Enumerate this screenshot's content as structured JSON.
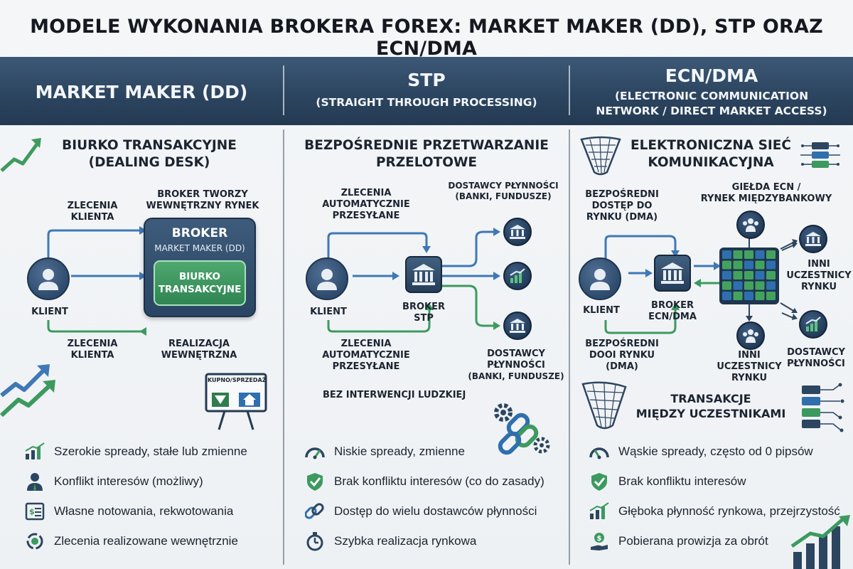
{
  "title": "MODELE WYKONANIA BROKERA FOREX: MARKET MAKER (DD), STP ORAZ ECN/DMA",
  "columns": {
    "mm": {
      "header": "MARKET MAKER (DD)",
      "section_title_1": "BIURKO TRANSAKCYJNE",
      "section_title_2": "(DEALING DESK)",
      "orders_top_1": "ZLECENIA",
      "orders_top_2": "KLIENTA",
      "broker_note_1": "BROKER TWORZY",
      "broker_note_2": "WEWNĘTRZNY RYNEK",
      "broker_title": "BROKER",
      "broker_sub": "MARKET MAKER (DD)",
      "desk_1": "BIURKO",
      "desk_2": "TRANSAKCYJNE",
      "client": "KLIENT",
      "orders_bottom_1": "ZLECENIA",
      "orders_bottom_2": "KLIENTA",
      "exec_1": "REALIZACJA",
      "exec_2": "WEWNĘTRZNA",
      "board_label": "KUPNO/SPRZEDAŻ",
      "features": [
        {
          "icon": "bar-chart-icon",
          "text": "Szerokie spready, stałe lub zmienne"
        },
        {
          "icon": "user-conflict-icon",
          "text": "Konflikt interesów (możliwy)"
        },
        {
          "icon": "quote-document-icon",
          "text": "Własne notowania, rekwotowania"
        },
        {
          "icon": "internal-cycle-icon",
          "text": "Zlecenia realizowane wewnętrznie"
        }
      ]
    },
    "stp": {
      "header": "STP",
      "header_sub": "(STRAIGHT THROUGH PROCESSING)",
      "section_title_1": "BEZPOŚREDNIE PRZETWARZANIE",
      "section_title_2": "PRZELOTOWE",
      "auto_top_1": "ZLECENIA",
      "auto_top_2": "AUTOMATYCZNIE",
      "auto_top_3": "PRZESYŁANE",
      "providers_top_1": "DOSTAWCY PŁYNNOŚCI",
      "providers_top_2": "(BANKI, FUNDUSZE)",
      "client": "KLIENT",
      "broker_1": "BROKER",
      "broker_2": "STP",
      "auto_bottom_1": "ZLECENIA",
      "auto_bottom_2": "AUTOMATYCZNIE",
      "auto_bottom_3": "PRZESYŁANE",
      "providers_bottom_1": "DOSTAWCY",
      "providers_bottom_2": "PŁYNNOŚCI",
      "providers_bottom_3": "(BANKI, FUNDUSZE)",
      "no_human": "BEZ INTERWENCJI LUDZKIEJ",
      "features": [
        {
          "icon": "speedometer-icon",
          "text": "Niskie spready, zmienne"
        },
        {
          "icon": "shield-check-icon",
          "text": "Brak konfliktu interesów (co do zasady)"
        },
        {
          "icon": "chain-link-icon",
          "text": "Dostęp do wielu dostawców płynności"
        },
        {
          "icon": "stopwatch-icon",
          "text": "Szybka realizacja rynkowa"
        }
      ]
    },
    "ecn": {
      "header": "ECN/DMA",
      "header_sub_1": "(ELECTRONIC COMMUNICATION",
      "header_sub_2": "NETWORK / DIRECT MARKET ACCESS)",
      "section_title_1": "ELEKTRONICZNA SIEĆ",
      "section_title_2": "KOMUNIKACYJNA",
      "direct_top_1": "BEZPOŚREDNI",
      "direct_top_2": "DOSTĘP DO",
      "direct_top_3": "RYNKU (DMA)",
      "exchange_1": "GIEŁDA ECN /",
      "exchange_2": "RYNEK MIĘDZYBANKOWY",
      "client": "KLIENT",
      "broker_1": "BROKER",
      "broker_2": "ECN/DMA",
      "others_right_1": "INNI",
      "others_right_2": "UCZESTNICY",
      "others_right_3": "RYNKU",
      "direct_bottom_1": "BEZPOŚREDNI",
      "direct_bottom_2": "DOOI RYNKU",
      "direct_bottom_3": "(DMA)",
      "others_bottom_1": "INNI",
      "others_bottom_2": "UCZESTNICY",
      "others_bottom_3": "RYNKU",
      "providers_1": "DOSTAWCY",
      "providers_2": "PŁYNNOŚCI",
      "trans_1": "TRANSAKCJE",
      "trans_2": "MIĘDZY UCZESTNIKAMI",
      "features": [
        {
          "icon": "gauge-icon",
          "text": "Wąskie spready, często od 0 pipsów"
        },
        {
          "icon": "shield-check-icon",
          "text": "Brak konfliktu interesów"
        },
        {
          "icon": "bar-chart-icon",
          "text": "Głęboka płynność rynkowa, przejrzystość"
        },
        {
          "icon": "hand-coin-icon",
          "text": "Pobierana prowizja za obrót"
        }
      ]
    }
  },
  "colors": {
    "navy": "#2c4560",
    "green": "#3c9a5f",
    "blue_arrow": "#3f78b5",
    "grid_blue": "#2f6fae",
    "grid_green": "#43a35e"
  }
}
